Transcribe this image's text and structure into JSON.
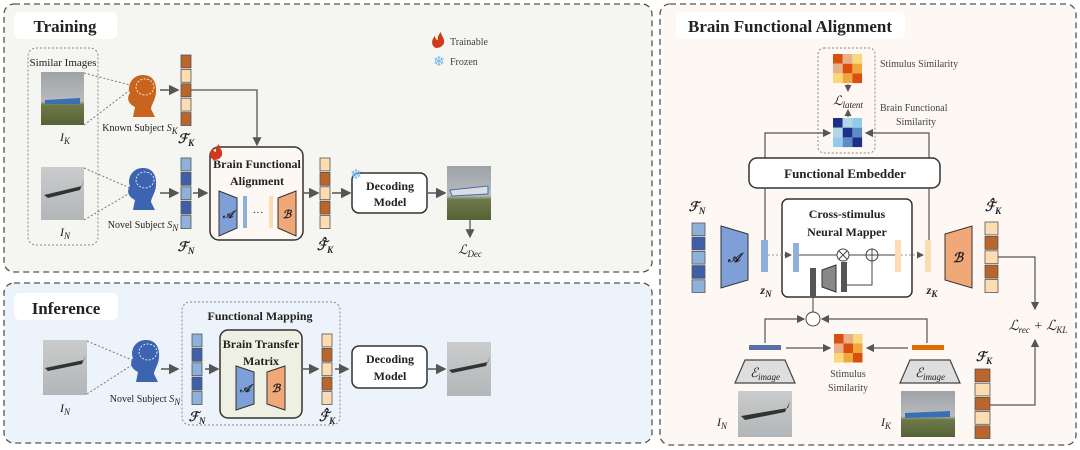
{
  "training": {
    "title": "Training",
    "legend": {
      "trainable": "Trainable",
      "frozen": "Frozen"
    },
    "similar_images": "Similar Images",
    "image_known": {
      "base": "I",
      "sub": "K"
    },
    "image_novel": {
      "base": "I",
      "sub": "N"
    },
    "known_subject": {
      "text": "Known Subject ",
      "base": "S",
      "sub": "K"
    },
    "novel_subject": {
      "text": "Novel Subject ",
      "base": "S",
      "sub": "N"
    },
    "f_known": {
      "base": "ℱ",
      "sub": "K"
    },
    "f_novel": {
      "base": "ℱ",
      "sub": "N"
    },
    "bfa_line1": "Brain Functional",
    "bfa_line2": "Alignment",
    "module_a": "𝒜",
    "module_b": "ℬ",
    "ellipsis": "···",
    "f_hat_known": {
      "base": "ℱ̂",
      "sub": "K"
    },
    "decoding_line1": "Decoding",
    "decoding_line2": "Model",
    "loss_dec": {
      "base": "ℒ",
      "sub": "Dec"
    }
  },
  "inference": {
    "title": "Inference",
    "image_novel": {
      "base": "I",
      "sub": "N"
    },
    "novel_subject": {
      "text": "Novel Subject ",
      "base": "S",
      "sub": "N"
    },
    "functional_mapping": "Functional Mapping",
    "f_novel": {
      "base": "ℱ",
      "sub": "N"
    },
    "btm_line1": "Brain Transfer",
    "btm_line2": "Matrix",
    "module_a": "𝒜",
    "module_b": "ℬ",
    "f_hat_known": {
      "base": "ℱ̂",
      "sub": "K"
    },
    "decoding_line1": "Decoding",
    "decoding_line2": "Model"
  },
  "bfa": {
    "title": "Brain Functional Alignment",
    "stimulus_similarity_top": "Stimulus Similarity",
    "loss_latent": {
      "base": "ℒ",
      "sub": "latent"
    },
    "brain_similarity_line1": "Brain Functional",
    "brain_similarity_line2": "Similarity",
    "functional_embedder": "Functional Embedder",
    "f_novel": {
      "base": "ℱ",
      "sub": "N"
    },
    "module_a": "𝒜",
    "z_novel": {
      "base": "z",
      "sub": "N"
    },
    "mapper_line1": "Cross-stimulus",
    "mapper_line2": "Neural Mapper",
    "z_known": {
      "base": "z",
      "sub": "K"
    },
    "module_b": "ℬ",
    "f_hat_known": {
      "base": "ℱ̂",
      "sub": "K"
    },
    "loss_rec": {
      "base": "ℒ",
      "sub": "rec",
      "plus": " + ",
      "base2": "ℒ",
      "sub2": "KL"
    },
    "f_known": {
      "base": "ℱ",
      "sub": "K"
    },
    "encoder_left": {
      "base": "ℰ",
      "sub": "image"
    },
    "encoder_right": {
      "base": "ℰ",
      "sub": "image"
    },
    "stimulus_line1": "Stimulus",
    "stimulus_line2": "Similarity",
    "image_novel": {
      "base": "I",
      "sub": "N"
    },
    "image_known": {
      "base": "I",
      "sub": "K"
    }
  },
  "colors": {
    "known_dark": "#b9652b",
    "known_light": "#fcdcb0",
    "novel_light": "#8fb0db",
    "novel_dark": "#3f5fa8",
    "module_a": "#7f9fd8",
    "module_b": "#f0a878",
    "trainable": "#d03a1a",
    "frozen": "#6fb3ea"
  },
  "heatmaps": {
    "stimulus": [
      [
        "#d94f0f",
        "#eab088",
        "#f9d77a"
      ],
      [
        "#eab088",
        "#d94f0f",
        "#f2a640"
      ],
      [
        "#f9d77a",
        "#f2a640",
        "#d94f0f"
      ]
    ],
    "brain": [
      [
        "#1e2f8a",
        "#b0d8e8",
        "#93c9ea"
      ],
      [
        "#b0d8e8",
        "#1e2f8a",
        "#5b8dc5"
      ],
      [
        "#93c9ea",
        "#5b8dc5",
        "#1e2f8a"
      ]
    ]
  }
}
